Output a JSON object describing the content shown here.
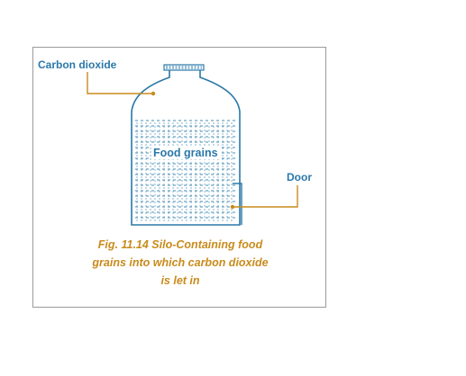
{
  "diagram": {
    "labels": {
      "carbon_dioxide": "Carbon dioxide",
      "food_grains": "Food grains",
      "door": "Door"
    },
    "caption": {
      "line1": "Fig. 11.14 Silo-Containing food",
      "line2": "grains into which carbon dioxide",
      "line3": "is let in"
    },
    "colors": {
      "outline": "#2a78a9",
      "leader": "#c98b1c",
      "label_text": "#2a78a9",
      "caption_text": "#c98b1c",
      "frame": "#9a9a9a"
    }
  }
}
